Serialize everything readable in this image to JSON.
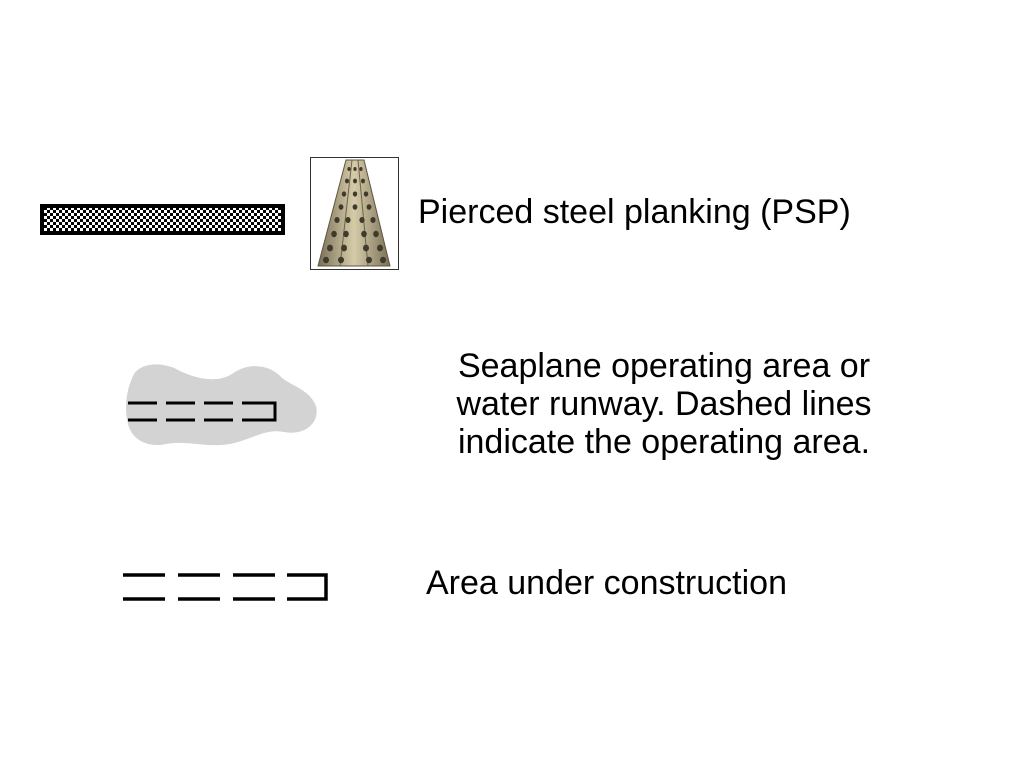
{
  "legend": {
    "items": [
      {
        "id": "psp",
        "symbol": "psp-runway-symbol",
        "photo": "psp-planking-photo",
        "text_lines": [
          "Pierced steel planking (PSP)"
        ]
      },
      {
        "id": "seaplane",
        "symbol": "seaplane-area-symbol",
        "text_lines": [
          "Seaplane operating area or",
          "water runway. Dashed lines",
          "indicate the operating area."
        ]
      },
      {
        "id": "construction",
        "symbol": "construction-area-symbol",
        "text_lines": [
          "Area under construction"
        ]
      }
    ]
  },
  "colors": {
    "text": "#000000",
    "symbol_stroke": "#000000",
    "water_fill": "#d3d3d3",
    "steel": "#b8ab86"
  }
}
